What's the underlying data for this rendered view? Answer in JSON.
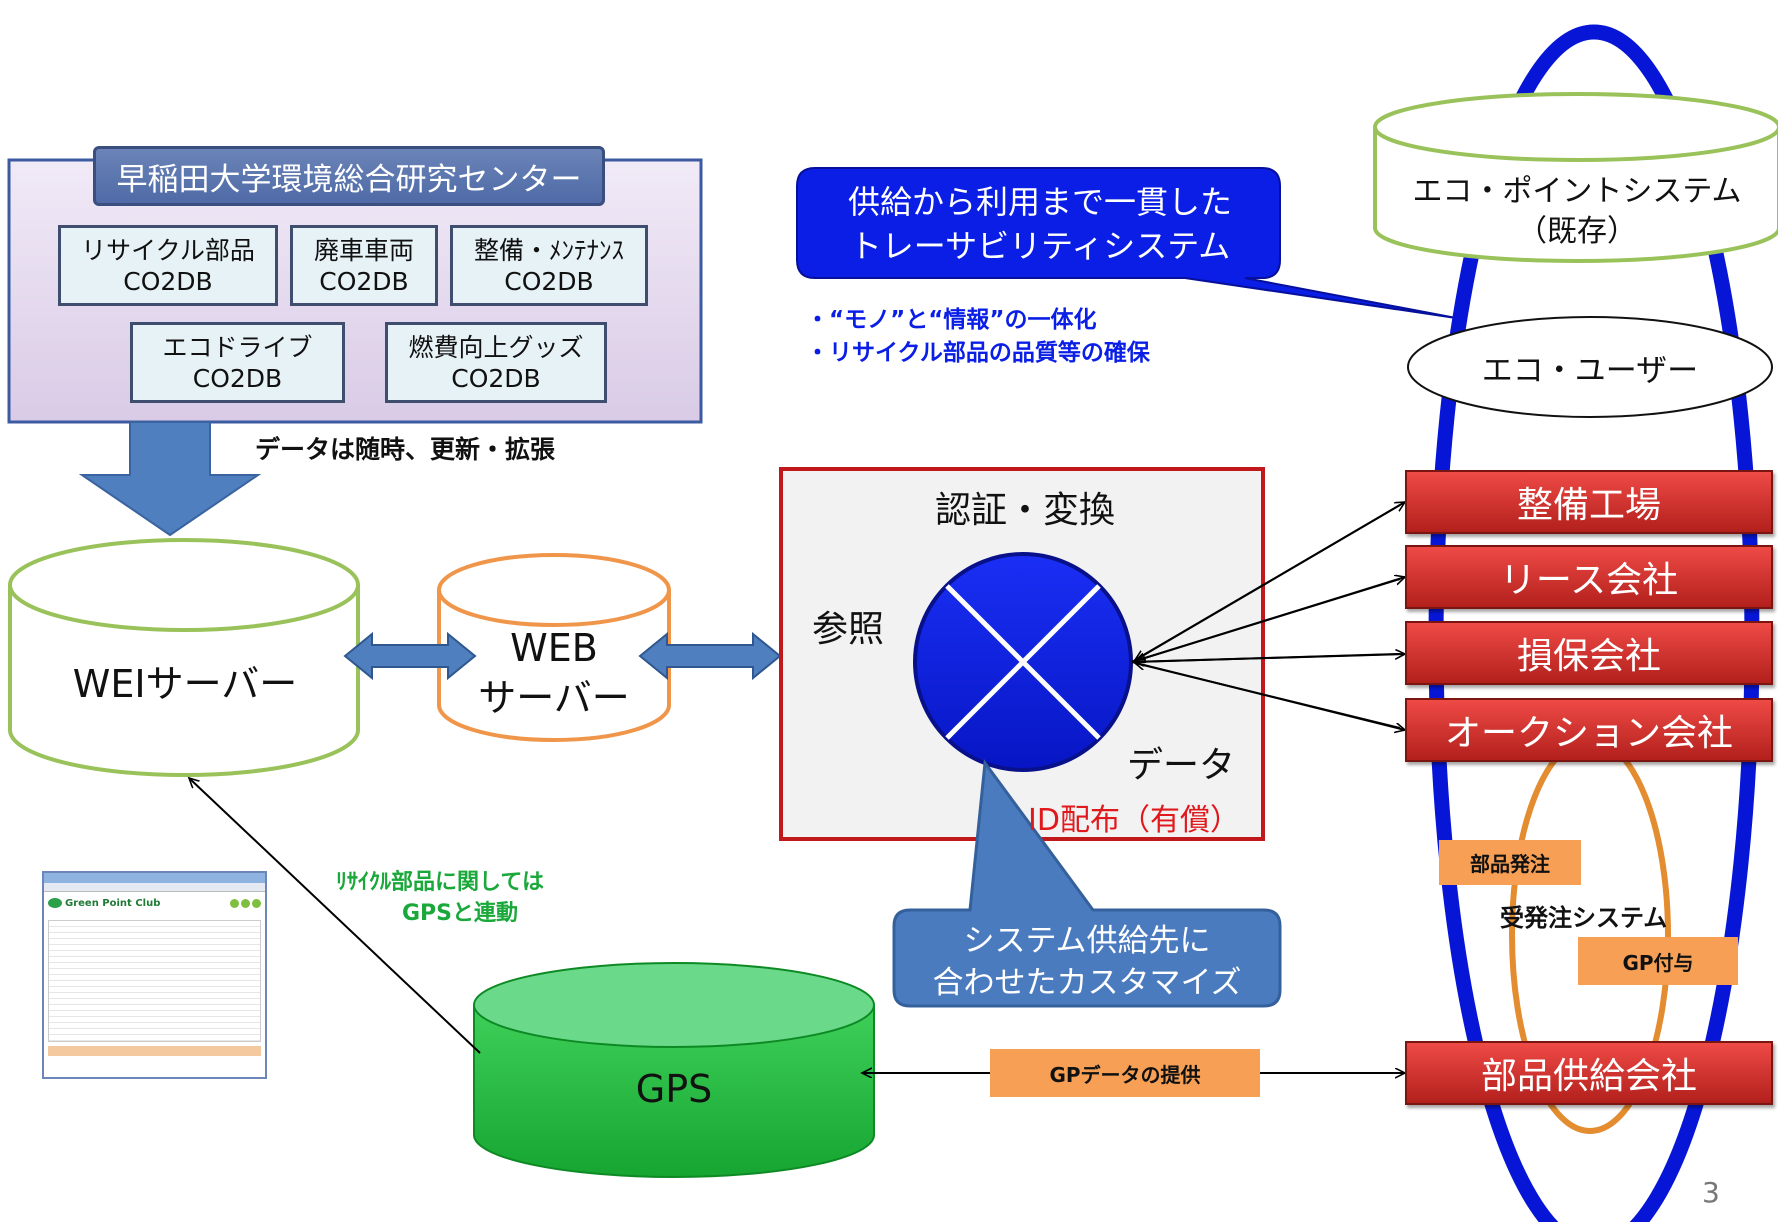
{
  "university": {
    "title": "早稲田大学環境総合研究センター",
    "dbs": [
      {
        "name": "リサイクル部品",
        "sub": "CO2DB"
      },
      {
        "name": "廃車車両",
        "sub": "CO2DB"
      },
      {
        "name": "整備・ﾒﾝﾃﾅﾝｽ",
        "sub": "CO2DB"
      },
      {
        "name": "エコドライブ",
        "sub": "CO2DB"
      },
      {
        "name": "燃費向上グッズ",
        "sub": "CO2DB"
      }
    ],
    "update_note": "データは随時、更新・拡張"
  },
  "servers": {
    "wei": "WEIサーバー",
    "web_line1": "WEB",
    "web_line2": "サーバー",
    "gps": "GPS"
  },
  "callouts": {
    "trace_line1": "供給から利用まで一貫した",
    "trace_line2": "トレーサビリティシステム",
    "custom_line1": "システム供給先に",
    "custom_line2": "合わせたカスタマイズ"
  },
  "bullets": [
    "・“モノ”と“情報”の一体化",
    "・リサイクル部品の品質等の確保"
  ],
  "auth": {
    "title": "認証・変換",
    "ref": "参照",
    "data": "データ",
    "id_dist": "ID配布（有償）"
  },
  "gps_note_line1": "ﾘｻｲｸﾙ部品に関しては",
  "gps_note_line2": "GPSと連動",
  "screenshot_thumb": {
    "logo": "Green Point Club"
  },
  "eco": {
    "system_line1": "エコ・ポイントシステム",
    "system_line2": "（既存）",
    "user": "エコ・ユーザー"
  },
  "partners": [
    "整備工場",
    "リース会社",
    "損保会社",
    "オークション会社"
  ],
  "supplier": "部品供給会社",
  "order": {
    "parts_order": "部品発注",
    "system": "受発注システム",
    "gp_grant": "GP付与"
  },
  "gp_data": "GPデータの提供",
  "page_number": "3",
  "colors": {
    "accent_blue": "#0a1ee6",
    "partner_red": "#c8302b",
    "cylinder_green": "#2fbf4a",
    "orange": "#f7a055"
  }
}
